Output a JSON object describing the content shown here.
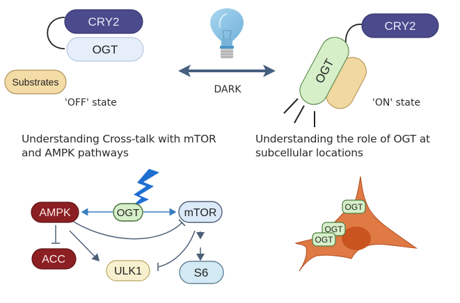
{
  "off_state": {
    "cry2_label": "CRY2",
    "ogt_label": "OGT",
    "substrates_label": "Substrates",
    "state_label": "'OFF' state"
  },
  "switch": {
    "icon": "lightbulb-icon",
    "arrow": "double-arrow",
    "dark_label": "DARK"
  },
  "on_state": {
    "cry2_label": "CRY2",
    "ogt_label": "OGT",
    "state_label": "'ON' state"
  },
  "section_left": {
    "title_line1": "Understanding Cross-talk with mTOR",
    "title_line2": "and AMPK pathways"
  },
  "section_right": {
    "title_line1": "Understanding the role of OGT at",
    "title_line2": "subcellular locations"
  },
  "pathway": {
    "ampk": "AMPK",
    "ogt": "OGT",
    "mtor": "mTOR",
    "acc": "ACC",
    "ulk1": "ULK1",
    "s6": "S6"
  },
  "cell": {
    "ogt_labels": [
      "OGT",
      "OGT",
      "OGT"
    ]
  },
  "colors": {
    "cry2": "#4a4a8c",
    "ogt_off": "#e6eef9",
    "substrates": "#f3dca6",
    "ogt_on": "#d6efc8",
    "substrate_on": "#f1d7a0",
    "arrow": "#46607f",
    "ampk": "#8b1f22",
    "mtor": "#dbe9f8",
    "ulk1": "#f8f1d0",
    "s6": "#d3e9f3",
    "cell": "#e07a45",
    "nucleus": "#c9541f",
    "lightning": "#1f6fd1"
  }
}
